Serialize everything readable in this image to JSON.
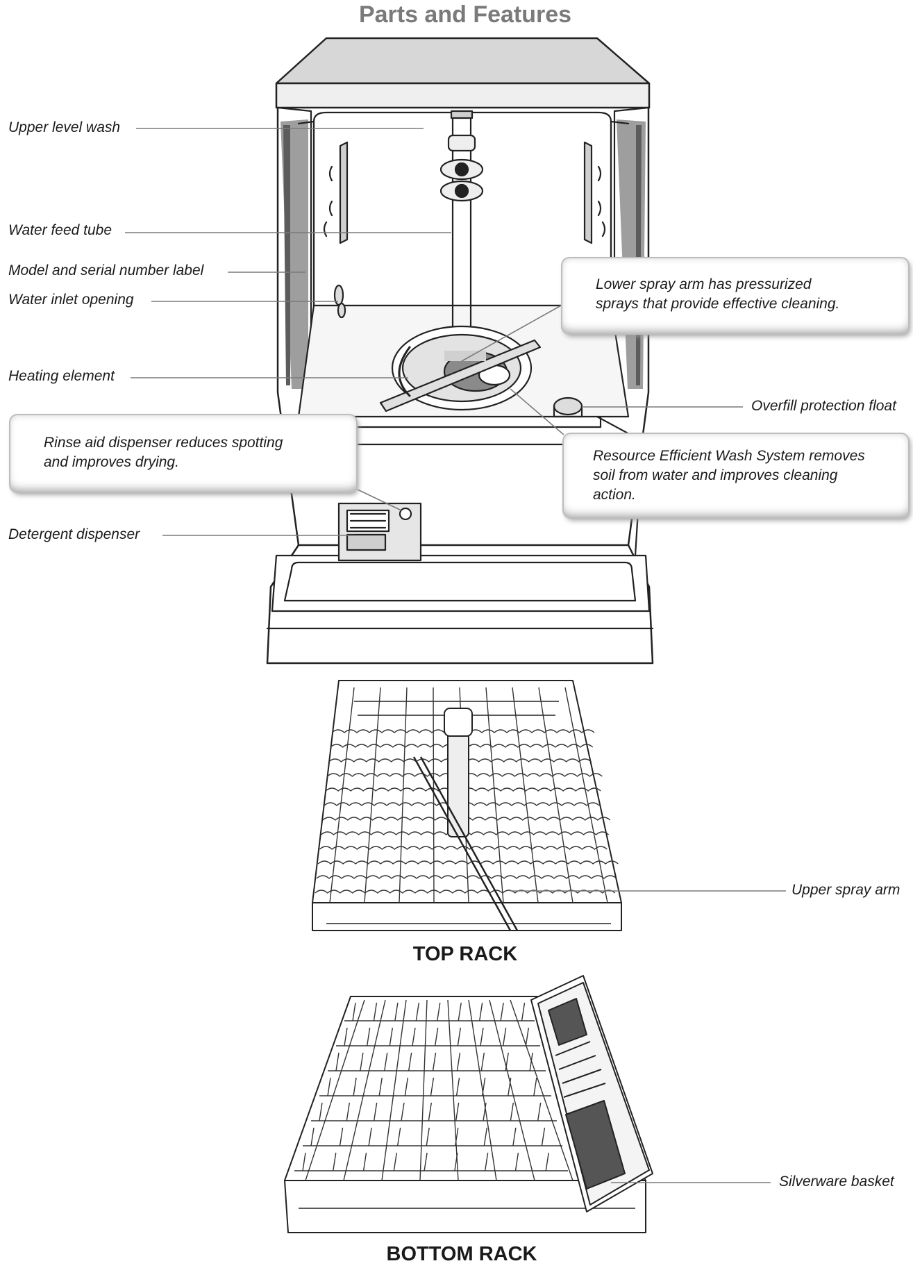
{
  "title": "Parts and Features",
  "labels": {
    "upper_level_wash": "Upper level wash",
    "water_feed_tube": "Water feed tube",
    "model_serial_label": "Model and serial number label",
    "water_inlet_opening": "Water inlet opening",
    "heating_element": "Heating element",
    "detergent_dispenser": "Detergent dispenser",
    "overfill_float": "Overfill protection float",
    "upper_spray_arm": "Upper spray arm",
    "silverware_basket": "Silverware basket"
  },
  "callouts": {
    "lower_spray_arm": [
      "Lower spray arm has pressurized",
      "sprays that provide effective cleaning."
    ],
    "rinse_aid": [
      "Rinse aid dispenser reduces spotting",
      "and improves drying."
    ],
    "resource_efficient": [
      "Resource Efficient Wash System removes",
      "soil from water and improves cleaning",
      "action."
    ]
  },
  "racks": {
    "top": "TOP RACK",
    "bottom": "BOTTOM RACK"
  }
}
